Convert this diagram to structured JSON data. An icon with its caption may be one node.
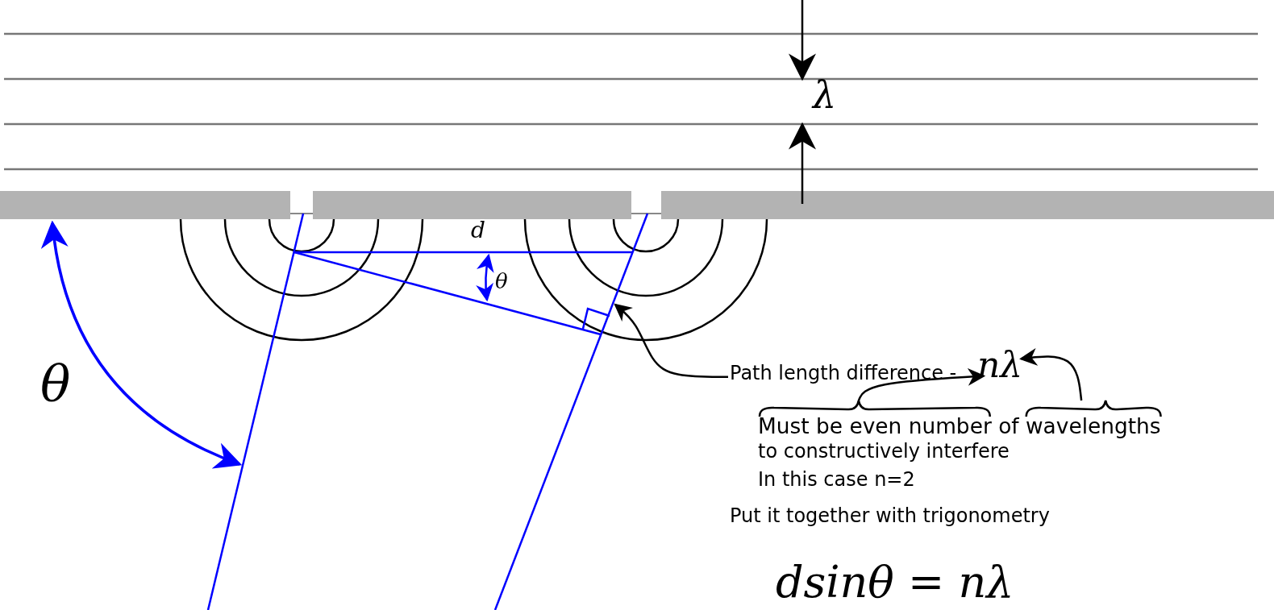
{
  "diagram": {
    "nodes": [
      {
        "text": [
          "Path length difference -"
        ]
      },
      {
        "text": [
          "nλ"
        ]
      },
      {
        "text": [],
        "shape": "brace"
      },
      {
        "text": [],
        "shape": "brace"
      }
    ],
    "edges": [
      {
        "from": 0,
        "to": null,
        "arrow": "to"
      },
      {
        "from": 2,
        "to": 1,
        "arrow": "to"
      },
      {
        "from": 3,
        "to": 1,
        "arrow": "to"
      }
    ],
    "labels": [
      "λ",
      "d",
      "θ",
      "θ",
      "Must be even number of wavelengths",
      "to constructively interfere",
      "In this case n=2",
      "Put it together with trigonometry",
      "dsinθ = nλ"
    ]
  }
}
